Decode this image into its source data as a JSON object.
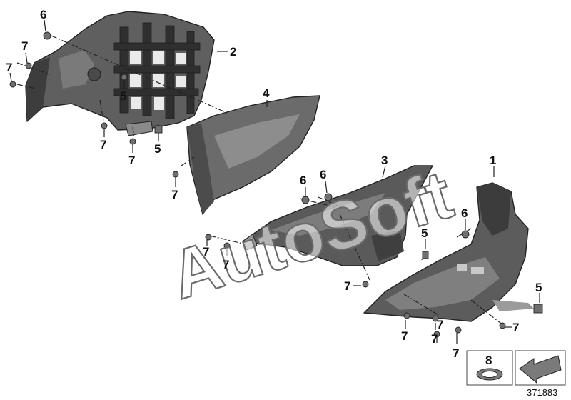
{
  "diagram": {
    "reference_number": "371883",
    "watermark": "AutoSoft",
    "callouts": [
      {
        "id": "c6a",
        "label": "6"
      },
      {
        "id": "c7a",
        "label": "7"
      },
      {
        "id": "c7b",
        "label": "7"
      },
      {
        "id": "c2",
        "label": "2"
      },
      {
        "id": "c5a",
        "label": "5"
      },
      {
        "id": "c7c",
        "label": "7"
      },
      {
        "id": "c7d",
        "label": "7"
      },
      {
        "id": "c5b",
        "label": "5"
      },
      {
        "id": "c4",
        "label": "4"
      },
      {
        "id": "c7e",
        "label": "7"
      },
      {
        "id": "c3",
        "label": "3"
      },
      {
        "id": "c6b",
        "label": "6"
      },
      {
        "id": "c6c",
        "label": "6"
      },
      {
        "id": "c1",
        "label": "1"
      },
      {
        "id": "c7f",
        "label": "7"
      },
      {
        "id": "c7g",
        "label": "7"
      },
      {
        "id": "c5c",
        "label": "5"
      },
      {
        "id": "c6d",
        "label": "6"
      },
      {
        "id": "c7h",
        "label": "7"
      },
      {
        "id": "c5d",
        "label": "5"
      },
      {
        "id": "c7i",
        "label": "7"
      },
      {
        "id": "c7j",
        "label": "7"
      },
      {
        "id": "c7k",
        "label": "7"
      },
      {
        "id": "c7l",
        "label": "7"
      },
      {
        "id": "c7m",
        "label": "7"
      }
    ],
    "legend": {
      "part_label": "8"
    }
  }
}
